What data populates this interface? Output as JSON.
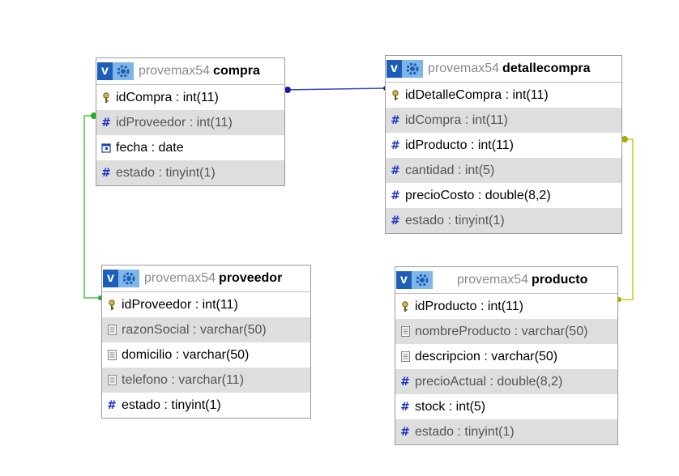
{
  "colors": {
    "link_compra_detalle": "#3344cc",
    "link_compra_proveedor": "#44cc44",
    "link_detalle_producto": "#cccc22",
    "header_button": "#1d5fb8",
    "gear_button": "#7fb6e8",
    "alt_row": "#dedede"
  },
  "tables": {
    "compra": {
      "db": "provemax54",
      "name": "compra",
      "columns": [
        {
          "text": "idCompra : int(11)",
          "icon": "key-icon"
        },
        {
          "text": "idProveedor : int(11)",
          "icon": "hash-icon"
        },
        {
          "text": "fecha : date",
          "icon": "calendar-icon"
        },
        {
          "text": "estado : tinyint(1)",
          "icon": "hash-icon"
        }
      ]
    },
    "detallecompra": {
      "db": "provemax54",
      "name": "detallecompra",
      "columns": [
        {
          "text": "idDetalleCompra : int(11)",
          "icon": "key-icon"
        },
        {
          "text": "idCompra : int(11)",
          "icon": "hash-icon"
        },
        {
          "text": "idProducto : int(11)",
          "icon": "hash-icon"
        },
        {
          "text": "cantidad : int(5)",
          "icon": "hash-icon"
        },
        {
          "text": "precioCosto : double(8,2)",
          "icon": "hash-icon"
        },
        {
          "text": "estado : tinyint(1)",
          "icon": "hash-icon"
        }
      ]
    },
    "proveedor": {
      "db": "provemax54",
      "name": "proveedor",
      "columns": [
        {
          "text": "idProveedor : int(11)",
          "icon": "key-icon"
        },
        {
          "text": "razonSocial : varchar(50)",
          "icon": "text-icon"
        },
        {
          "text": "domicilio : varchar(50)",
          "icon": "text-icon"
        },
        {
          "text": "telefono : varchar(11)",
          "icon": "text-icon"
        },
        {
          "text": "estado : tinyint(1)",
          "icon": "hash-icon"
        }
      ]
    },
    "producto": {
      "db": "provemax54",
      "name": "producto",
      "columns": [
        {
          "text": "idProducto : int(11)",
          "icon": "key-icon"
        },
        {
          "text": "nombreProducto : varchar(50)",
          "icon": "text-icon"
        },
        {
          "text": "descripcion : varchar(50)",
          "icon": "text-icon"
        },
        {
          "text": "precioActual : double(8,2)",
          "icon": "hash-icon"
        },
        {
          "text": "stock : int(5)",
          "icon": "hash-icon"
        },
        {
          "text": "estado : tinyint(1)",
          "icon": "hash-icon"
        }
      ]
    }
  }
}
